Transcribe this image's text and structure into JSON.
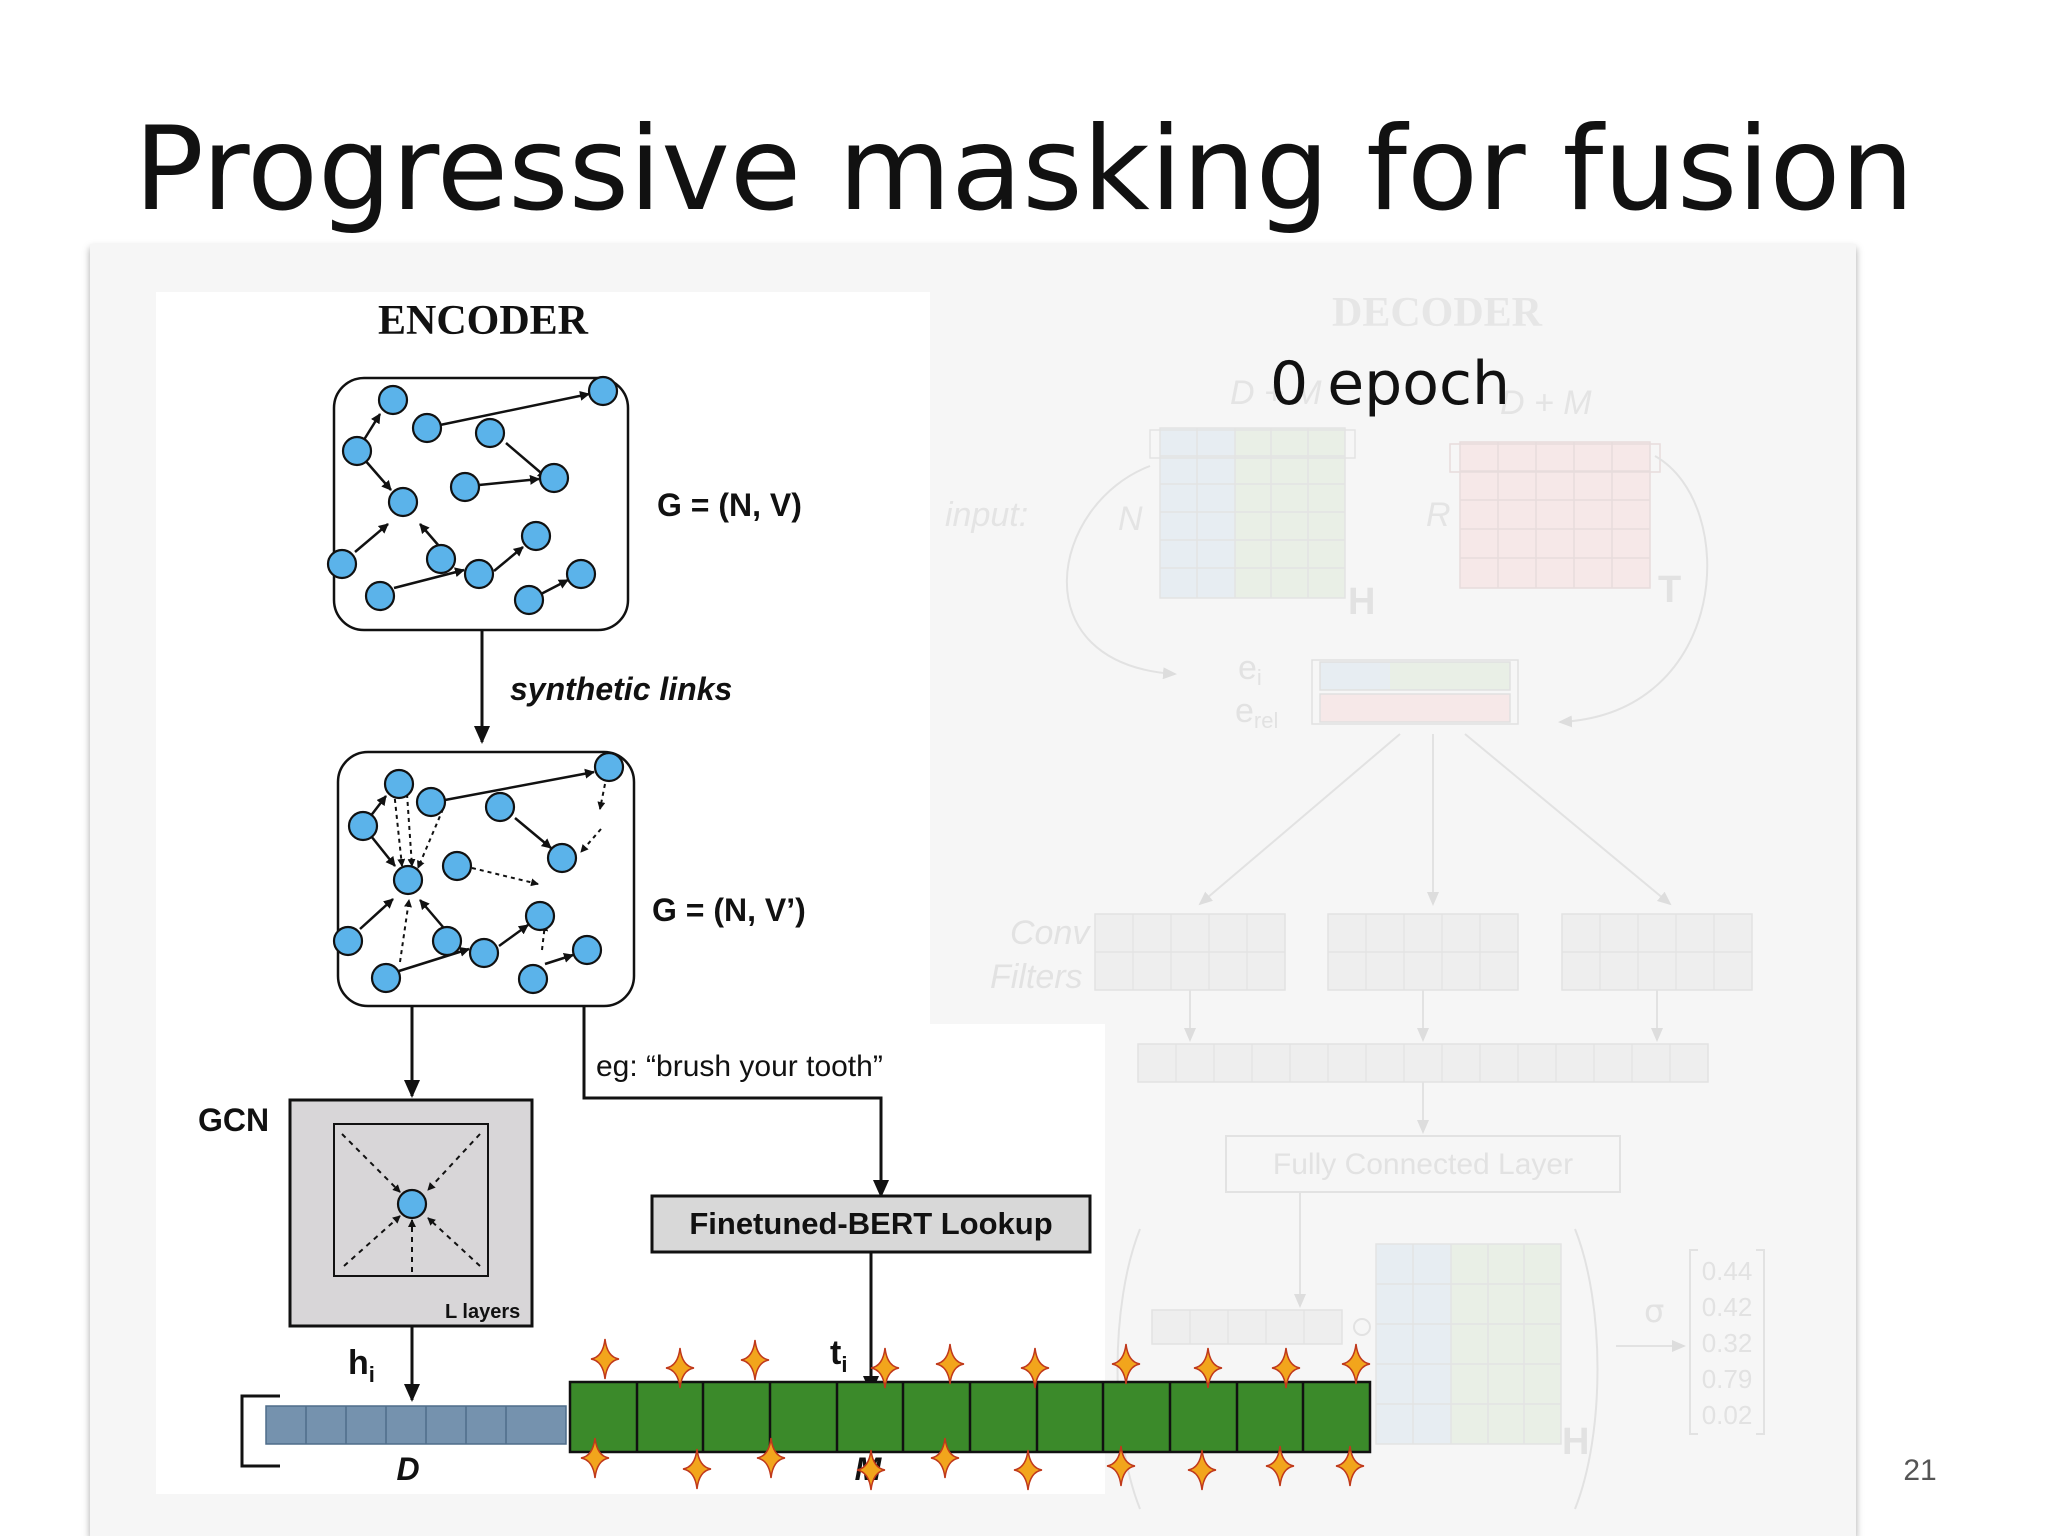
{
  "slide": {
    "title": "Progressive masking for fusion",
    "page_number": "21"
  },
  "encoder": {
    "title": "ENCODER",
    "graph1_label": "G = (N, V)",
    "arrow_label": "synthetic links",
    "graph2_label": "G = (N, V’)",
    "gcn_label": "GCN",
    "gcn_layers_label": "L layers",
    "hi_label": "h",
    "hi_sub": "i",
    "ti_label": "t",
    "ti_sub": "i",
    "example_label": "eg: “brush your tooth”",
    "bert_label": "Finetuned-BERT Lookup",
    "d_label": "D",
    "m_label": "M"
  },
  "decoder": {
    "title": "DECODER",
    "epoch_label": "0 epoch",
    "dim1_label": "D + M",
    "dim2_label": "D + M",
    "input_label": "input:",
    "n_label": "N",
    "r_label": "R",
    "h_label": "H",
    "t_label": "T",
    "ei_label": "e",
    "ei_sub": "i",
    "erel_label": "e",
    "erel_sub": "rel",
    "conv_label_1": "Conv",
    "conv_label_2": "Filters",
    "fc_label": "Fully Connected Layer",
    "sigma_label": "σ",
    "h2_label": "H",
    "scores": [
      "0.44",
      "0.42",
      "0.32",
      "0.79",
      "0.02"
    ]
  },
  "colors": {
    "node_fill": "#5bb3ea",
    "bar_green": "#3b8a2a",
    "bar_blue": "#7592ae",
    "sparkle": "#f2a51c"
  }
}
